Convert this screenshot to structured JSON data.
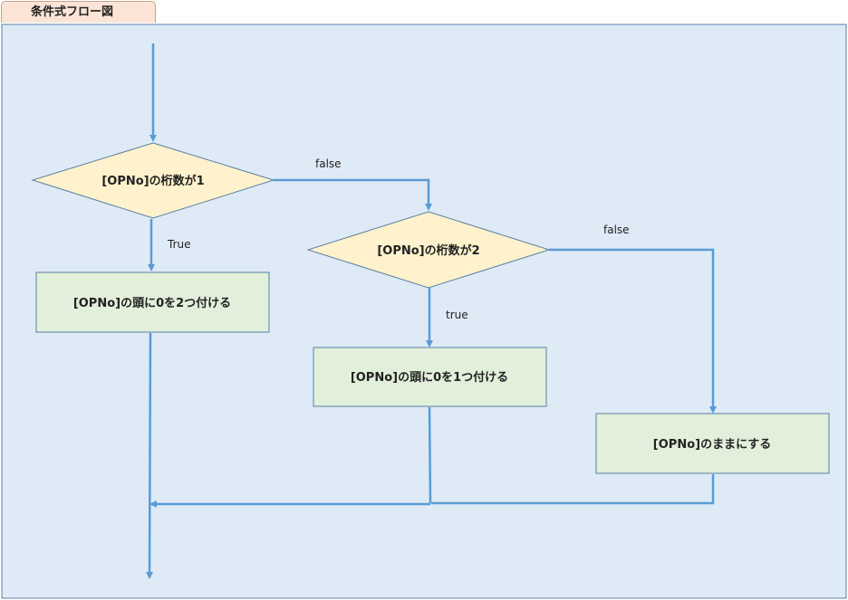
{
  "title": "条件式フロー図",
  "colors": {
    "frame_fill": "#deeaf6",
    "frame_stroke": "#5b7fa5",
    "decision_fill": "#fff2cc",
    "process_fill": "#e2efda",
    "arrow": "#5b9bd5"
  },
  "nodes": {
    "decision1": "[OPNo]の桁数が1",
    "decision2": "[OPNo]の桁数が2",
    "process_add2": "[OPNo]の頭に0を2つ付ける",
    "process_add1": "[OPNo]の頭に0を1つ付ける",
    "process_keep": "[OPNo]のままにする"
  },
  "edge_labels": {
    "d1_false": "false",
    "d1_true": "True",
    "d2_false": "false",
    "d2_true": "true"
  }
}
